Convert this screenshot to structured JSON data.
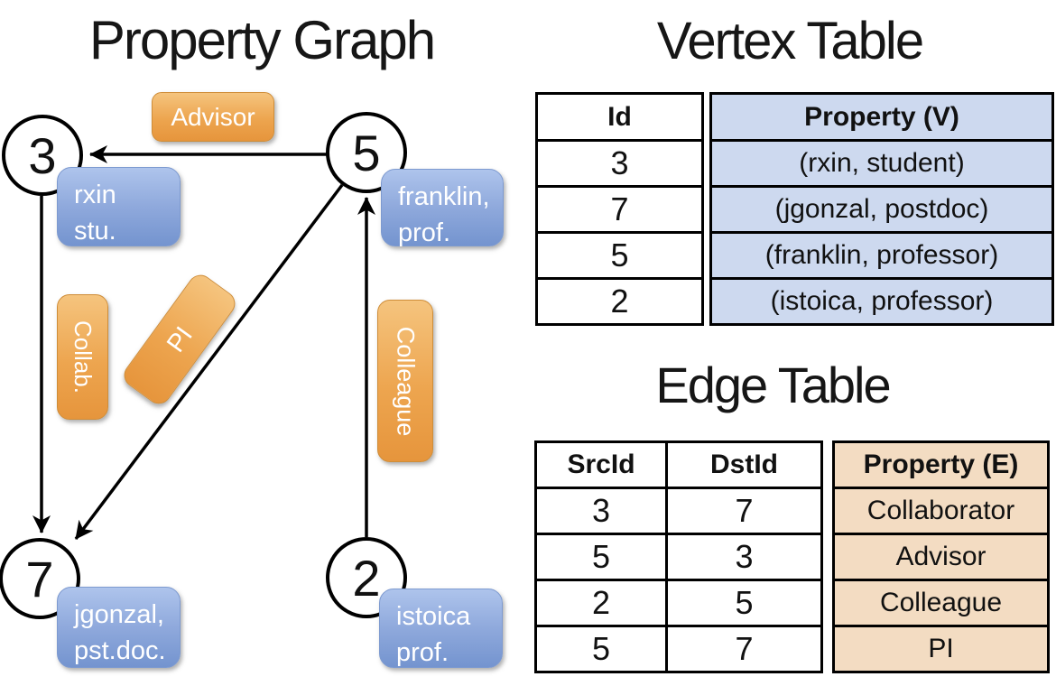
{
  "graph": {
    "title": "Property Graph",
    "nodes": [
      {
        "id": "3"
      },
      {
        "id": "5"
      },
      {
        "id": "7"
      },
      {
        "id": "2"
      }
    ],
    "vertex_labels": [
      {
        "line1": "rxin",
        "line2": "stu."
      },
      {
        "line1": "franklin,",
        "line2": "prof."
      },
      {
        "line1": "jgonzal,",
        "line2": "pst.doc."
      },
      {
        "line1": "istoica",
        "line2": "prof."
      }
    ],
    "edge_labels": {
      "advisor": "Advisor",
      "collab": "Collab.",
      "pi": "PI",
      "colleague": "Colleague"
    }
  },
  "vertex_table": {
    "title": "Vertex Table",
    "id_header": "Id",
    "property_header": "Property (V)",
    "rows": [
      {
        "id": "3",
        "property": "(rxin, student)"
      },
      {
        "id": "7",
        "property": "(jgonzal, postdoc)"
      },
      {
        "id": "5",
        "property": "(franklin, professor)"
      },
      {
        "id": "2",
        "property": "(istoica, professor)"
      }
    ]
  },
  "edge_table": {
    "title": "Edge Table",
    "src_header": "SrcId",
    "dst_header": "DstId",
    "property_header": "Property (E)",
    "rows": [
      {
        "src": "3",
        "dst": "7",
        "property": "Collaborator"
      },
      {
        "src": "5",
        "dst": "3",
        "property": "Advisor"
      },
      {
        "src": "2",
        "dst": "5",
        "property": "Colleague"
      },
      {
        "src": "5",
        "dst": "7",
        "property": "PI"
      }
    ]
  },
  "colors": {
    "edge_label_orange": "#eda54f",
    "vertex_box_blue": "#8fa9dc",
    "vertex_table_fill": "#cdd9ef",
    "edge_table_fill": "#f3dcc2",
    "line_black": "#000000",
    "background": "#ffffff"
  }
}
